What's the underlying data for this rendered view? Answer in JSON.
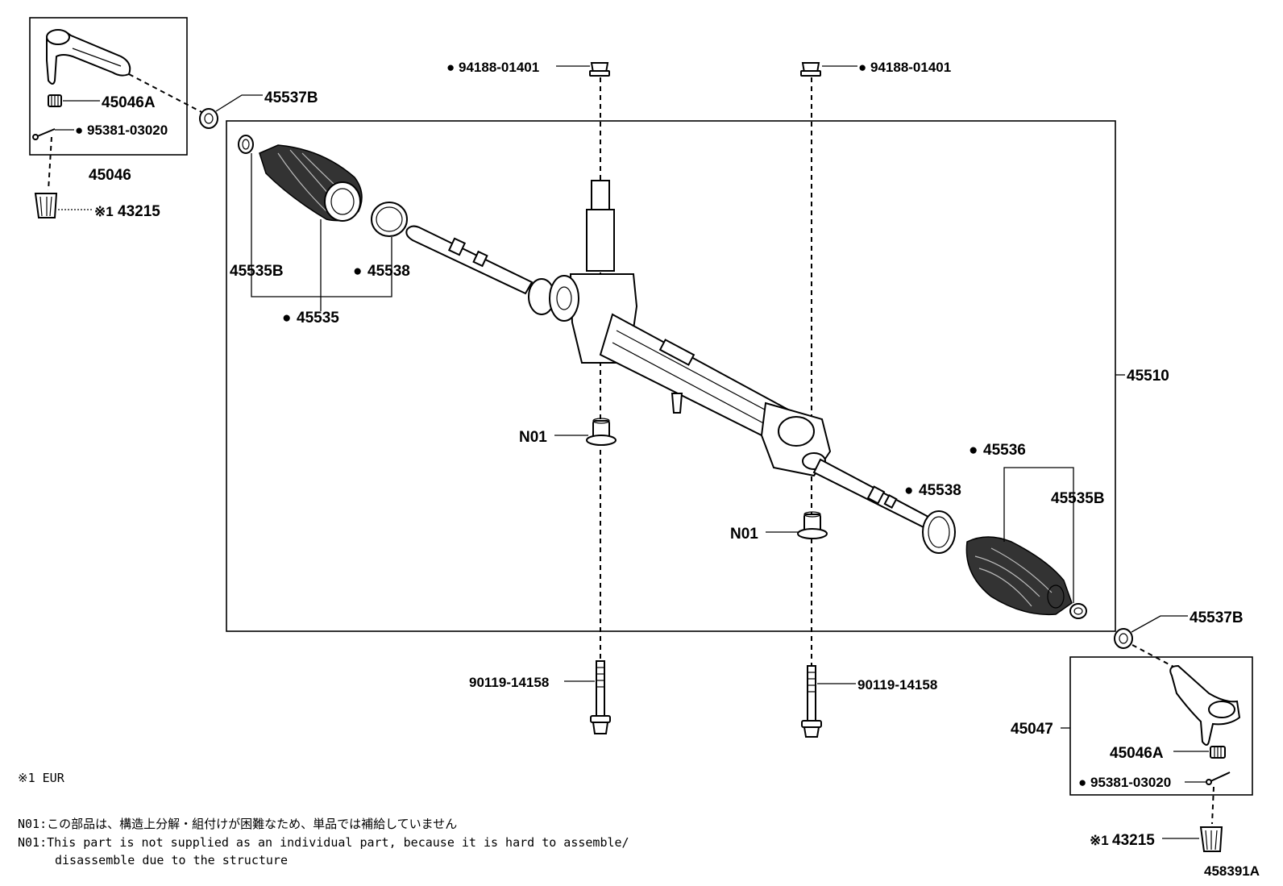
{
  "parts": {
    "nut_left": "94188-01401",
    "nut_right": "94188-01401",
    "gear_assy": "45510",
    "tie_rod_end_left": "45046",
    "tie_rod_end_right": "45047",
    "castle_nut_left": "45046A",
    "castle_nut_right": "45046A",
    "cotter_pin_left": "95381-03020",
    "cotter_pin_right": "95381-03020",
    "lock_nut_left": "45537B",
    "lock_nut_right": "45537B",
    "eur_nut_left": "43215",
    "eur_nut_right": "43215",
    "boot_clamp_left": "45535B",
    "boot_clamp_right": "45535B",
    "clip_left": "45538",
    "clip_right": "45538",
    "boot_kit_left": "45535",
    "boot_kit_right": "45536",
    "bushing_left": "N01",
    "bushing_right": "N01",
    "bolt_left": "90119-14158",
    "bolt_right": "90119-14158"
  },
  "marks": {
    "dot": "●",
    "eur": "※1"
  },
  "notes": {
    "eur_note": "※1 EUR",
    "jp_note": "N01:この部品は、構造上分解・組付けが困難なため、単品では補給していません",
    "en_note_1": "N01:This part is not supplied as an individual part, because it is hard to assemble/",
    "en_note_2": "disassemble due to the structure"
  },
  "illustration_id": "458391A"
}
